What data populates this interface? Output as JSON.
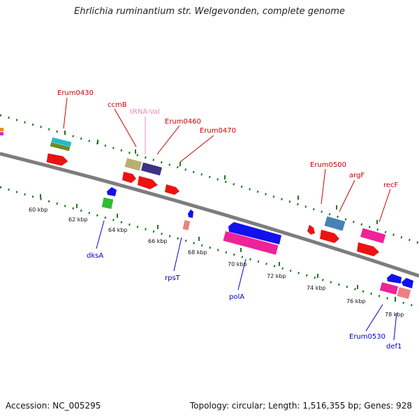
{
  "title": "Ehrlichia ruminantium str. Welgevonden, complete genome",
  "colors": {
    "backbone": "#7d7d7d",
    "dots": "#1d7a1d",
    "red_label": "#cc0000",
    "blue_label": "#0000cc",
    "pink_label": "#ee88bb"
  },
  "ticks": [
    "60 kbp",
    "62 kbp",
    "64 kbp",
    "66 kbp",
    "68 kbp",
    "70 kbp",
    "72 kbp",
    "74 kbp",
    "76 kbp",
    "78 kbp"
  ],
  "genes_forward": [
    "Erum0430",
    "ccmB",
    "tRNA-Val",
    "Erum0460",
    "Erum0470",
    "Erum0500",
    "argF",
    "recF"
  ],
  "genes_reverse": [
    "dksA",
    "rpsT",
    "polA",
    "Erum0530",
    "def1"
  ],
  "footer": {
    "accession": "Accession: NC_005295",
    "summary": "Topology: circular; Length: 1,516,355 bp; Genes: 928"
  }
}
